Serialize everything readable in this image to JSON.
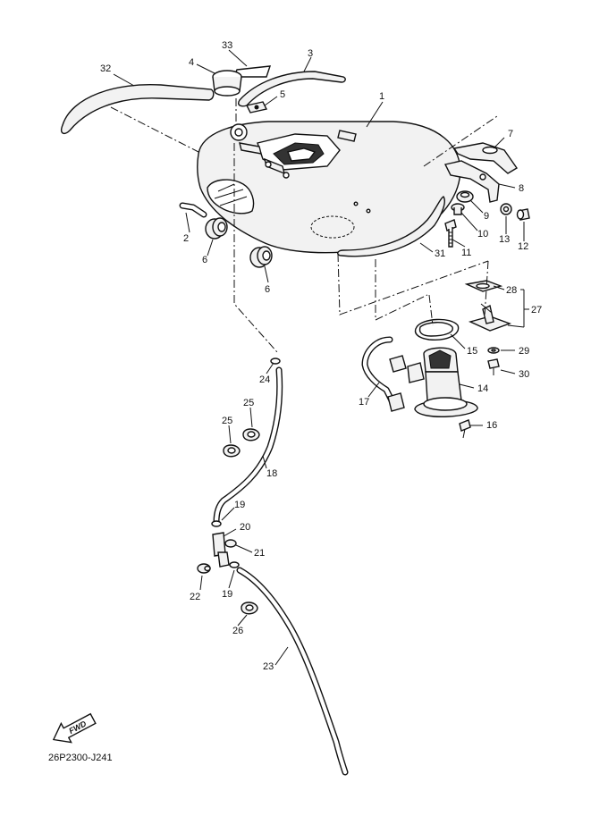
{
  "labels": [
    "1",
    "2",
    "3",
    "4",
    "5",
    "6",
    "6",
    "7",
    "8",
    "9",
    "10",
    "11",
    "12",
    "13",
    "14",
    "15",
    "16",
    "17",
    "18",
    "19",
    "19",
    "20",
    "21",
    "22",
    "23",
    "24",
    "25",
    "25",
    "26",
    "27",
    "28",
    "29",
    "30",
    "31",
    "32",
    "33"
  ],
  "fwd_label": "FWD",
  "drawing_code": "26P2300-J241"
}
